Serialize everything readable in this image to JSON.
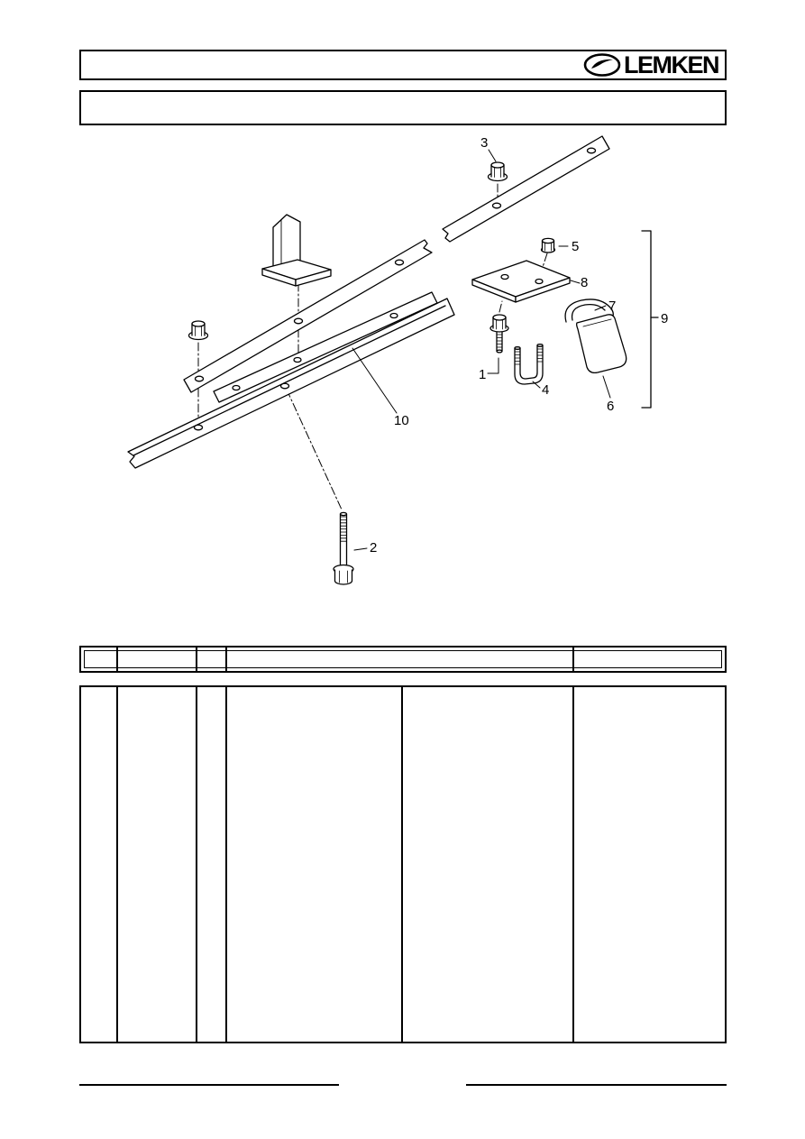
{
  "page": {
    "background": "#ffffff",
    "ink": "#000000"
  },
  "header": {
    "logo_text": "LEMKEN"
  },
  "diagram": {
    "callouts": [
      {
        "label": "1"
      },
      {
        "label": "2"
      },
      {
        "label": "3"
      },
      {
        "label": "4"
      },
      {
        "label": "5"
      },
      {
        "label": "6"
      },
      {
        "label": "7"
      },
      {
        "label": "8"
      },
      {
        "label": "9"
      },
      {
        "label": "10"
      }
    ]
  },
  "parts_table": {
    "header_labels": [],
    "rows": []
  }
}
